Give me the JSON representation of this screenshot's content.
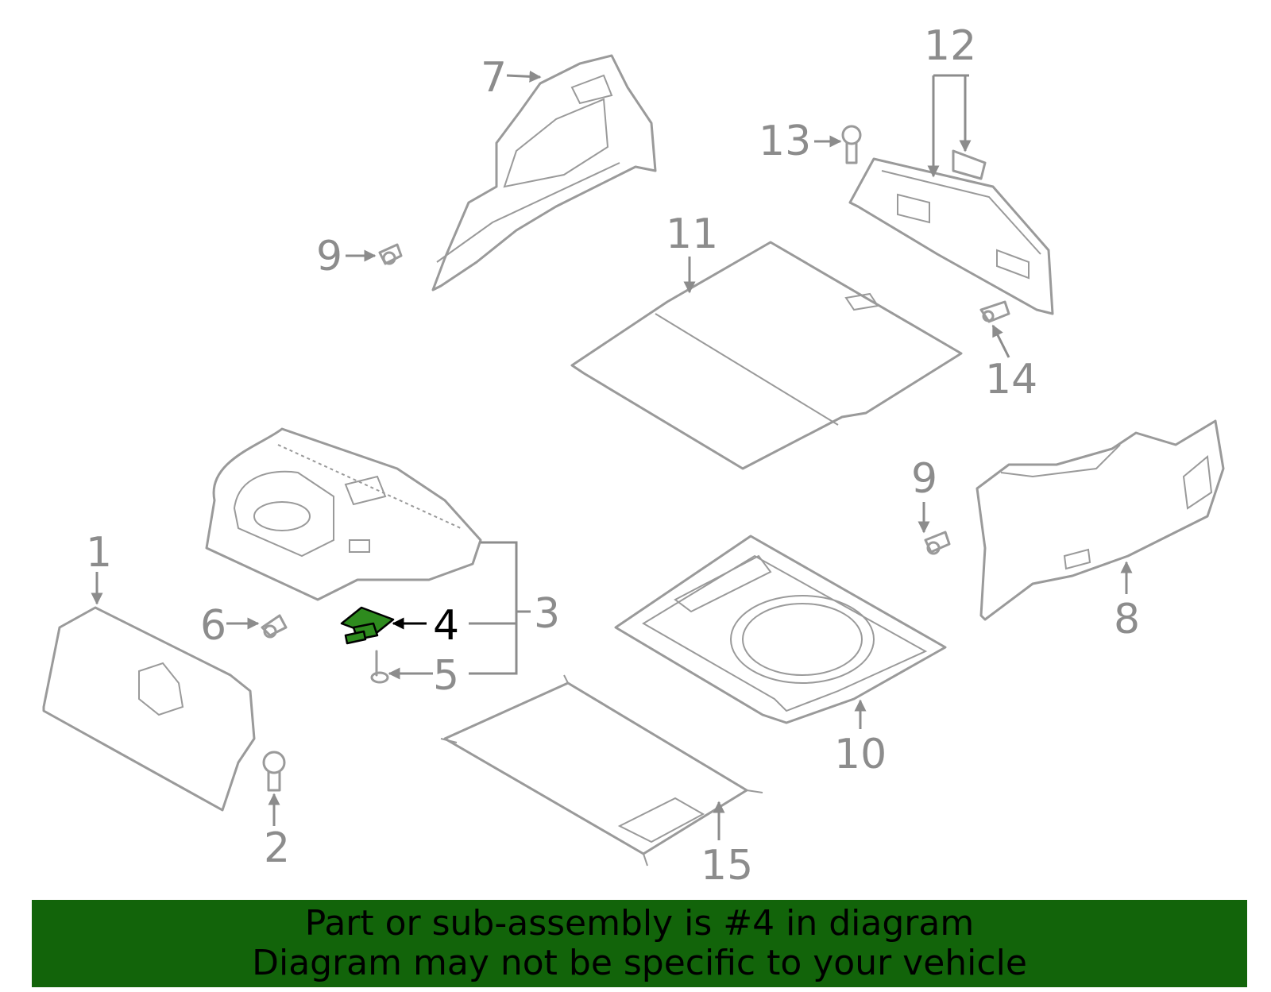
{
  "colors": {
    "banner_bg": "#12640a",
    "line": "#9a9a9a",
    "highlight": "#2e8b1e",
    "label": "#8c8c8c",
    "label_highlight": "#000000"
  },
  "callouts": {
    "c1": "1",
    "c2": "2",
    "c3": "3",
    "c4": "4",
    "c5": "5",
    "c6": "6",
    "c7": "7",
    "c8": "8",
    "c9a": "9",
    "c9b": "9",
    "c10": "10",
    "c11": "11",
    "c12": "12",
    "c13": "13",
    "c14": "14",
    "c15": "15"
  },
  "highlighted_part": "4",
  "banner": {
    "line1": "Part or sub-assembly is #4 in diagram",
    "line2": "Diagram may not be specific to your vehicle"
  }
}
